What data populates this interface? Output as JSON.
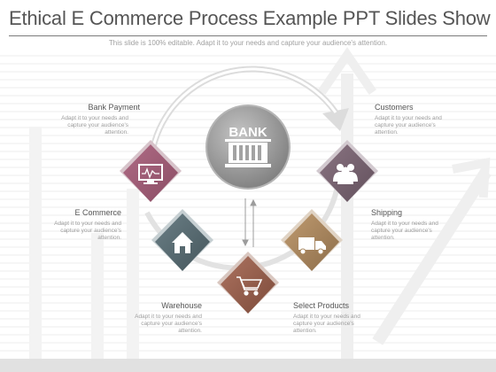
{
  "slide": {
    "title": "Ethical E Commerce Process Example PPT Slides Show",
    "subtitle": "This slide is 100% editable. Adapt it to your needs and capture your audience's attention."
  },
  "center": {
    "label": "BANK",
    "icon": "bank-icon",
    "color": "#9a9a9a"
  },
  "steps": [
    {
      "title": "Bank Payment",
      "desc": "Adapt it to your needs and capture your audience's attention.",
      "icon": "monitor-chart-icon",
      "color": "#9c5c73"
    },
    {
      "title": "Customers",
      "desc": "Adapt it to your needs and capture your audience's attention.",
      "icon": "people-icon",
      "color": "#76626f"
    },
    {
      "title": "E Commerce",
      "desc": "Adapt it to your needs and capture your audience's attention.",
      "icon": "house-icon",
      "color": "#56686e"
    },
    {
      "title": "Shipping",
      "desc": "Adapt it to your needs and capture your audience's attention.",
      "icon": "truck-icon",
      "color": "#a8875f"
    },
    {
      "title": "Warehouse",
      "desc": "Adapt it to your needs and capture your audience's attention.",
      "icon": "house-icon",
      "color": "#56686e"
    },
    {
      "title": "Select Products",
      "desc": "Adapt it to your needs and capture your audience's attention.",
      "icon": "cart-icon",
      "color": "#9a5f4c"
    }
  ]
}
